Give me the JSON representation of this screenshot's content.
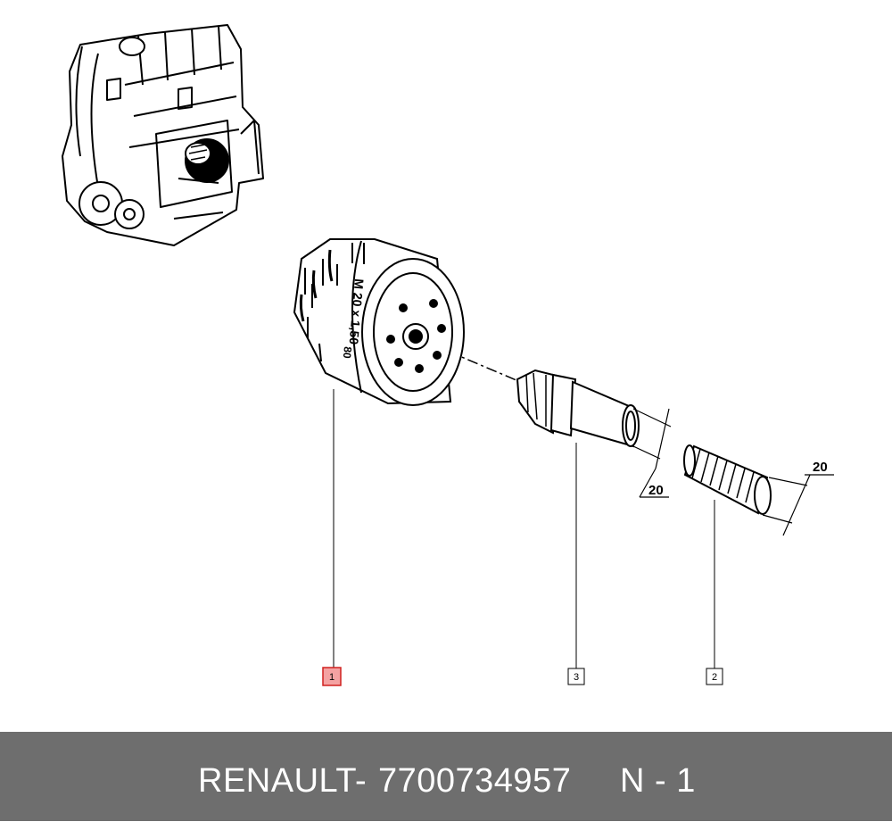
{
  "parts": [
    {
      "callout": "1",
      "highlight": true,
      "marking_thread": "M 20 x 1,50",
      "marking_code": "80"
    },
    {
      "callout": "3",
      "highlight": false
    },
    {
      "callout": "2",
      "highlight": false
    }
  ],
  "dimensions": {
    "adapter_length": "20",
    "nipple_length": "20"
  },
  "footer": {
    "brand": "RENAULT",
    "separator": "-",
    "part_number": "7700734957",
    "position": "N - 1"
  },
  "colors": {
    "highlight_fill": "#f4a2a2",
    "highlight_stroke": "#d0211f",
    "footer_bg": "#6e6e6e",
    "footer_text": "#ffffff",
    "line": "#000000"
  }
}
